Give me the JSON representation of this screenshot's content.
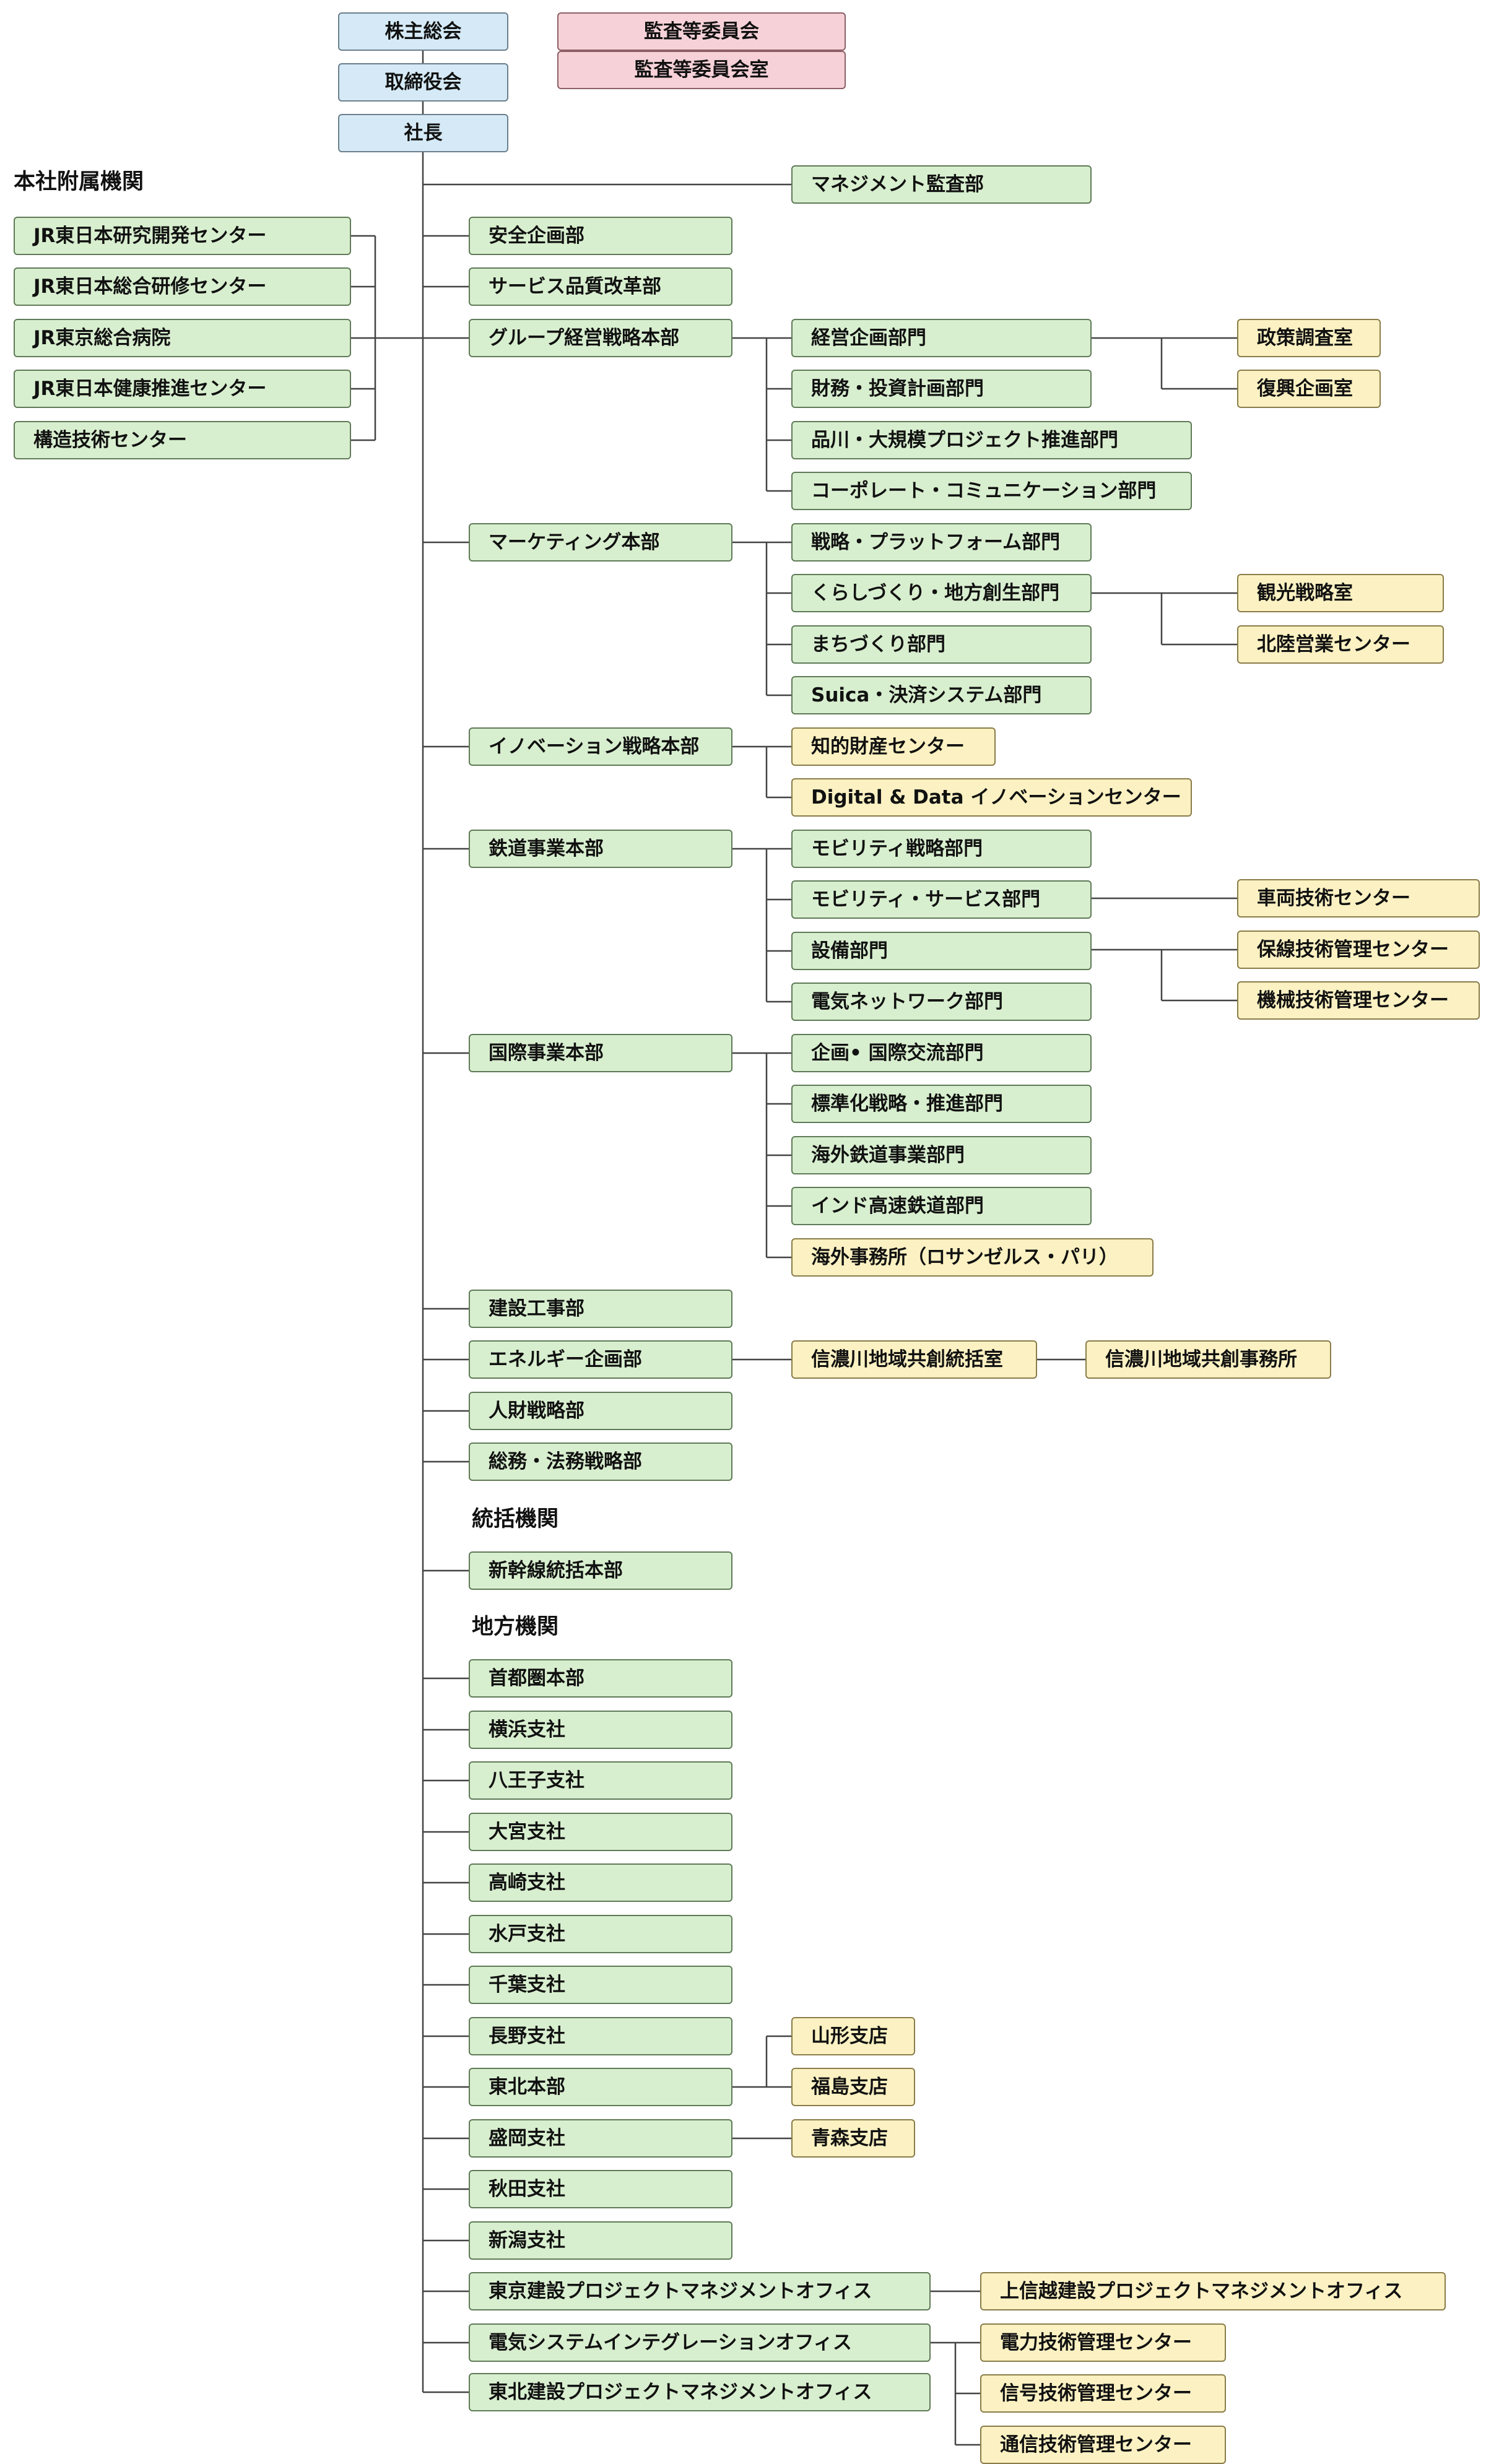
{
  "top": {
    "shareholders": "株主総会",
    "board": "取締役会",
    "president": "社長",
    "audit_committee": "監査等委員会",
    "audit_committee_office": "監査等委員会室"
  },
  "attached": {
    "heading": "本社附属機関",
    "items": [
      "JR東日本研究開発センター",
      "JR東日本総合研修センター",
      "JR東京総合病院",
      "JR東日本健康推進センター",
      "構造技術センター"
    ]
  },
  "mgmt_audit": "マネジメント監査部",
  "hq": {
    "safety": "安全企画部",
    "service_quality": "サービス品質改革部",
    "group_strategy": {
      "label": "グループ経営戦略本部",
      "units": [
        "経営企画部門",
        "財務・投資計画部門",
        "品川・大規模プロジェクト推進部門",
        "コーポレート・コミュニケーション部門"
      ],
      "planning_subs": [
        "政策調査室",
        "復興企画室"
      ]
    },
    "marketing": {
      "label": "マーケティング本部",
      "units": [
        "戦略・プラットフォーム部門",
        "くらしづくり・地方創生部門",
        "まちづくり部門",
        "Suica・決済システム部門"
      ],
      "local_subs": [
        "観光戦略室",
        "北陸営業センター"
      ]
    },
    "innovation": {
      "label": "イノベーション戦略本部",
      "units": [
        "知的財産センター",
        "Digital & Data イノベーションセンター"
      ]
    },
    "railway": {
      "label": "鉄道事業本部",
      "units": [
        "モビリティ戦略部門",
        "モビリティ・サービス部門",
        "設備部門",
        "電気ネットワーク部門"
      ],
      "service_subs": [
        "車両技術センター"
      ],
      "facility_subs": [
        "保線技術管理センター",
        "機械技術管理センター"
      ]
    },
    "international": {
      "label": "国際事業本部",
      "units": [
        "企画• 国際交流部門",
        "標準化戦略・推進部門",
        "海外鉄道事業部門",
        "インド高速鉄道部門"
      ],
      "offices": [
        "海外事務所（ロサンゼルス・パリ）"
      ]
    },
    "construction": "建設工事部",
    "energy": {
      "label": "エネルギー企画部",
      "office": "信濃川地域共創統括室",
      "sub_office": "信濃川地域共創事務所"
    },
    "hr": "人財戦略部",
    "general_affairs": "総務・法務戦略部"
  },
  "integrated": {
    "heading": "統括機関",
    "items": [
      "新幹線統括本部"
    ]
  },
  "regional": {
    "heading": "地方機関",
    "items": [
      "首都圏本部",
      "横浜支社",
      "八王子支社",
      "大宮支社",
      "高崎支社",
      "水戸支社",
      "千葉支社",
      "長野支社",
      "東北本部",
      "盛岡支社",
      "秋田支社",
      "新潟支社"
    ],
    "tohoku_subs": [
      "山形支店",
      "福島支店"
    ],
    "morioka_subs": [
      "青森支店"
    ]
  },
  "project_offices": {
    "tokyo": "東京建設プロジェクトマネジメントオフィス",
    "tokyo_sub": "上信越建設プロジェクトマネジメントオフィス",
    "electric": "電気システムインテグレーションオフィス",
    "electric_subs": [
      "電力技術管理センター",
      "信号技術管理センター",
      "通信技術管理センター"
    ],
    "tohoku": "東北建設プロジェクトマネジメントオフィス"
  },
  "colors": {
    "top_blue": "#d5eaf6",
    "audit_pink": "#f6d2d8",
    "unit_green": "#d8efcf",
    "center_yellow": "#fbf1c2",
    "line": "#444444"
  }
}
